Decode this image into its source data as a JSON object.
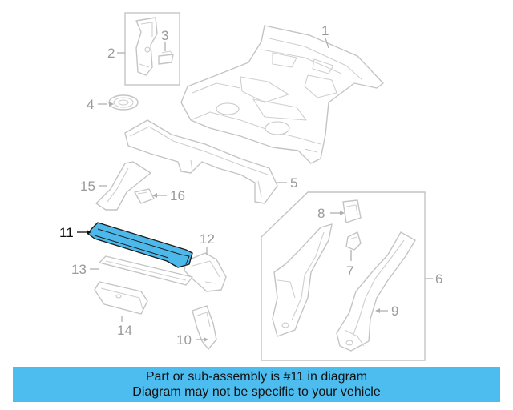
{
  "callouts": {
    "c1": "1",
    "c2": "2",
    "c3": "3",
    "c4": "4",
    "c5": "5",
    "c6": "6",
    "c7": "7",
    "c8": "8",
    "c9": "9",
    "c10": "10",
    "c11": "11",
    "c12": "12",
    "c13": "13",
    "c14": "14",
    "c15": "15",
    "c16": "16"
  },
  "highlighted_part": "11",
  "colors": {
    "highlight_fill": "#4db8ea",
    "banner_background": "#4dbdf0",
    "part_outline": "#c4c4c4",
    "callout_text": "#9a9a9a"
  },
  "banner": {
    "line1": "Part or sub-assembly is #11 in diagram",
    "line2": "Diagram may not be specific to your vehicle"
  }
}
